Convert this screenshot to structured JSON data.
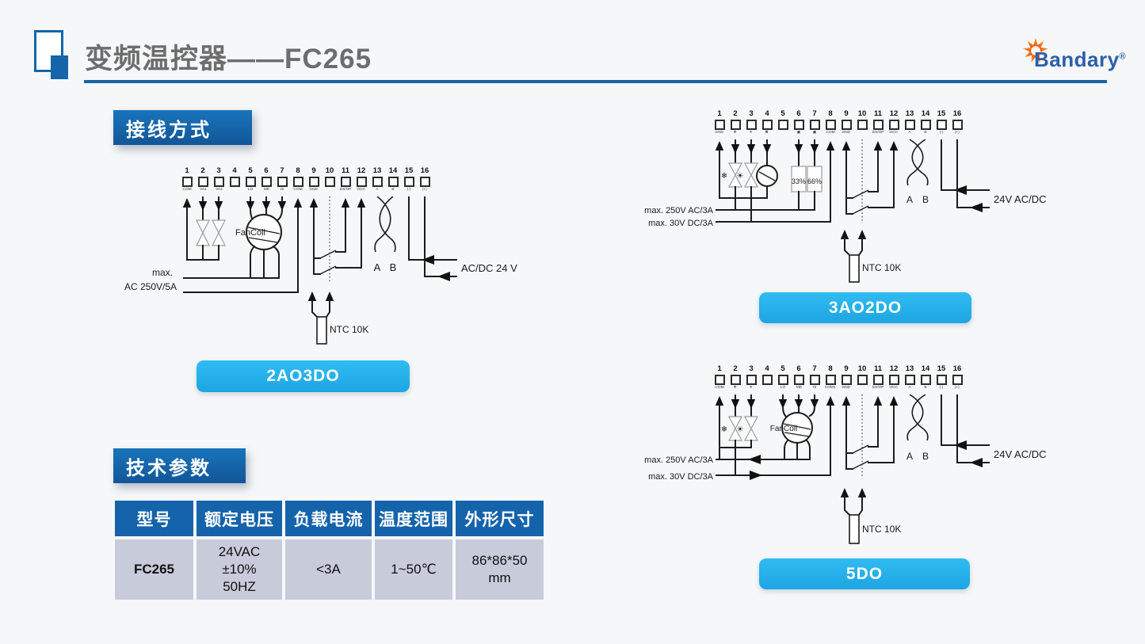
{
  "header": {
    "title": "变频温控器——FC265",
    "brand": "Bandary",
    "brand_mark": "®"
  },
  "section_tabs": {
    "wiring": "接线方式",
    "specs": "技术参数"
  },
  "terminal_numbers": [
    "1",
    "2",
    "3",
    "4",
    "5",
    "6",
    "7",
    "8",
    "9",
    "10",
    "11",
    "12",
    "13",
    "14",
    "15",
    "16"
  ],
  "diagrams": [
    {
      "badge": "2AO3DO",
      "terminals": [
        "COM",
        "VA1",
        "VA2",
        "",
        "LO",
        "ME",
        "HI",
        "COM",
        "GND",
        "",
        "ES/OP",
        "OCC",
        "A",
        "B",
        "(-)",
        "(+)"
      ],
      "fancoil_label": "FanCoil",
      "ntc_label": "NTC 10K",
      "label_a": "A",
      "label_b": "B",
      "power_label": "AC/DC 24 V",
      "max_label_1": "max.",
      "max_label_2": "AC 250V/5A"
    },
    {
      "badge": "3AO2DO",
      "terminals": [
        "GND",
        "❄",
        "☀",
        "✖",
        "",
        "▣",
        "▣",
        "COM",
        "GND",
        "",
        "ES/OP",
        "OCC",
        "A",
        "B",
        "(-)",
        "(+)"
      ],
      "valve_icon_1": "❄",
      "valve_icon_2": "☀",
      "pct_1": "33%",
      "pct_2": "66%",
      "ntc_label": "NTC 10K",
      "label_a": "A",
      "label_b": "B",
      "power_label": "24V AC/DC",
      "max_label_1": "max. 250V AC/3A",
      "max_label_2": "max. 30V DC/3A"
    },
    {
      "badge": "5DO",
      "terminals": [
        "COM",
        "❄",
        "☀",
        "",
        "LO",
        "ME",
        "HI",
        "COM1",
        "GND",
        "",
        "ES/OP",
        "OCC",
        "A",
        "B",
        "(-)",
        "(+)"
      ],
      "valve_icon_1": "❄",
      "valve_icon_2": "☀",
      "fancoil_label": "FanCoil",
      "ntc_label": "NTC 10K",
      "label_a": "A",
      "label_b": "B",
      "power_label": "24V AC/DC",
      "max_label_1": "max. 250V AC/3A",
      "max_label_2": "max. 30V DC/3A"
    }
  ],
  "spec_table": {
    "headers": [
      "型号",
      "额定电压",
      "负载电流",
      "温度范围",
      "外形尺寸"
    ],
    "row": [
      "FC265",
      "24VAC\n±10%\n50HZ",
      "<3A",
      "1~50℃",
      "86*86*50\nmm"
    ]
  },
  "colors": {
    "primary_blue": "#1565A8",
    "accent_cyan": "#25B1E9",
    "table_header_blue": "#1463AB",
    "table_row_bg": "#C8CBDA",
    "title_gray": "#6D6D6D",
    "logo_blue": "#2B5FAC",
    "sun_orange": "#F7B322",
    "sun_red": "#E8431C"
  }
}
